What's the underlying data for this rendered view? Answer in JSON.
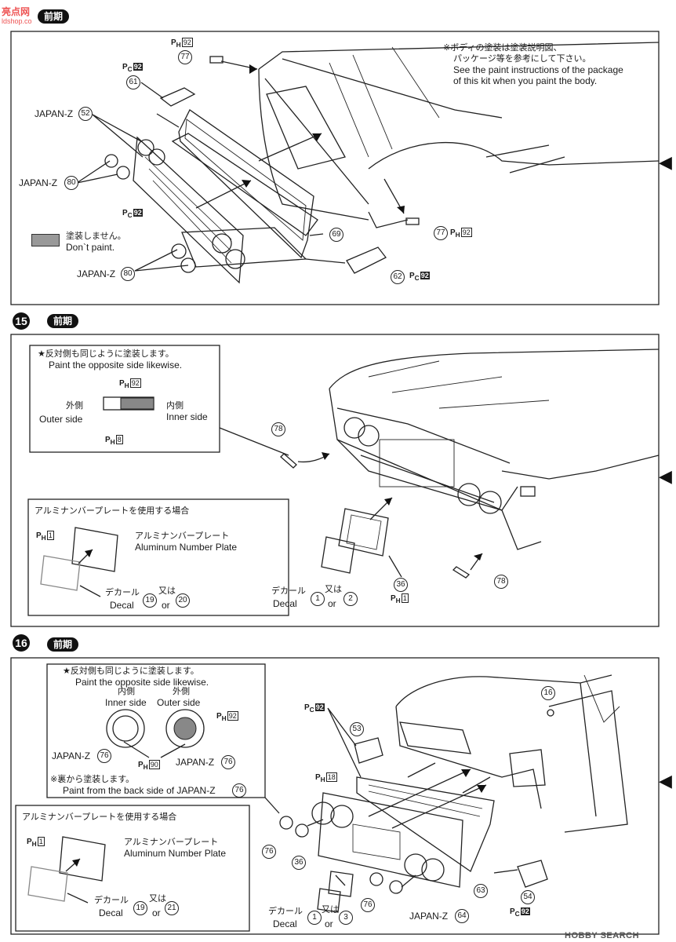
{
  "brand": {
    "logo_text": "亮点网",
    "url": "ldshop.co"
  },
  "top": {
    "header": "前期",
    "note_jp_1": "※ボディの塗装は塗装説明図、",
    "note_jp_2": "パッケージ等を参考にして下さい。",
    "note_en_1": "See the paint instructions of the package",
    "note_en_2": "of this kit when you paint the body.",
    "japan_z_a": "JAPAN-Z",
    "japan_z_b": "JAPAN-Z",
    "japan_z_c": "JAPAN-Z",
    "nopaint_jp": "塗装しません。",
    "nopaint_en": "Don`t paint.",
    "p77": "77",
    "p61": "61",
    "p52": "52",
    "p80a": "80",
    "p80b": "80",
    "p69": "69",
    "p62": "62",
    "p77b": "77",
    "ph92": "92",
    "pc92a": "92",
    "pc92b": "92",
    "pc92c": "92",
    "ph92b": "92"
  },
  "s15": {
    "step": "15",
    "header": "前期",
    "opp_jp": "★反対側も同じように塗装します。",
    "opp_en": "Paint the opposite side likewise.",
    "ph92": "92",
    "ph8": "8",
    "outer_jp": "外側",
    "outer_en": "Outer side",
    "inner_jp": "内側",
    "inner_en": "Inner side",
    "p78a": "78",
    "p78b": "78",
    "p36": "36",
    "ph1b": "1",
    "alu_title": "アルミナンバープレートを使用する場合",
    "ph1": "1",
    "alu_jp": "アルミナンバープレート",
    "alu_en": "Aluminum Number Plate",
    "decal_jp": "デカール",
    "decal_en": "Decal",
    "d19": "19",
    "mata": "又は",
    "or": "or",
    "d20": "20",
    "decal_jp2": "デカール",
    "decal_en2": "Decal",
    "d1": "1",
    "mata2": "又は",
    "or2": "or",
    "d2": "2"
  },
  "s16": {
    "step": "16",
    "header": "前期",
    "opp_jp": "★反対側も同じように塗装します。",
    "opp_en": "Paint the opposite side likewise.",
    "inner_jp": "内側",
    "inner_en": "Inner side",
    "outer_jp": "外側",
    "outer_en": "Outer side",
    "ph92": "92",
    "ph90": "90",
    "japan_z_l": "JAPAN-Z",
    "p76l": "76",
    "japan_z_r": "JAPAN-Z",
    "p76r": "76",
    "back_jp": "※裏から塗装します。",
    "back_en": "Paint from the back side of JAPAN-Z",
    "p76n": "76",
    "alu_title": "アルミナンバープレートを使用する場合",
    "ph1": "1",
    "alu_jp": "アルミナンバープレート",
    "alu_en": "Aluminum Number Plate",
    "decal_jp": "デカール",
    "decal_en": "Decal",
    "d19": "19",
    "mata": "又は",
    "or": "or",
    "d21": "21",
    "pc92": "92",
    "p53": "53",
    "p16": "16",
    "ph18": "18",
    "p76a": "76",
    "p36": "36",
    "p76b": "76",
    "p63": "63",
    "p54": "54",
    "pc92b": "92",
    "decal_jp2": "デカール",
    "decal_en2": "Decal",
    "d1": "1",
    "mata2": "又は",
    "or2": "or",
    "d3": "3",
    "japan_z_b": "JAPAN-Z",
    "p64": "64"
  },
  "footer": "HOBBY SEARCH"
}
